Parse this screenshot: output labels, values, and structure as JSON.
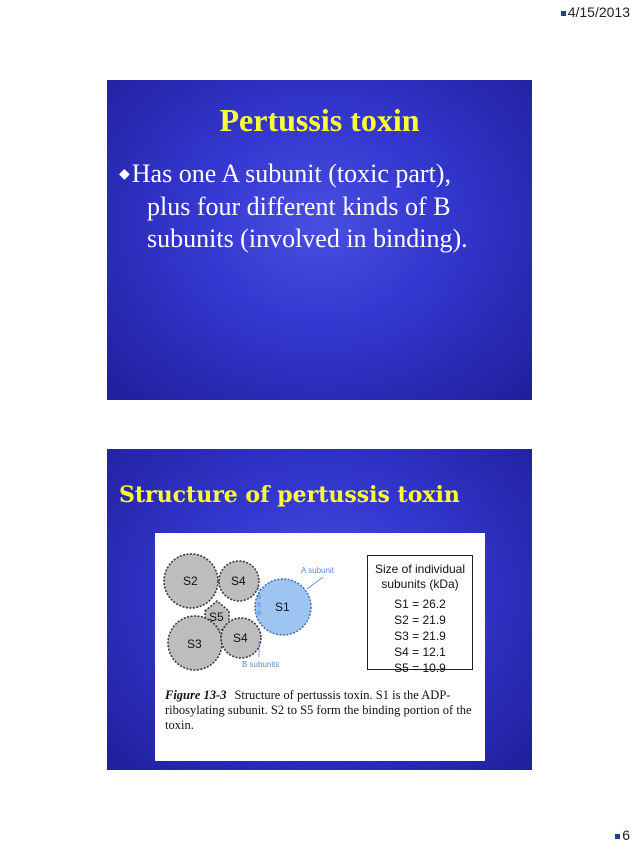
{
  "header": {
    "date": "4/15/2013"
  },
  "footer": {
    "page_number": "6"
  },
  "slide1": {
    "title": "Pertussis toxin",
    "bullet_line1": "Has one A subunit (toxic part),",
    "bullet_line2": "plus four different kinds of B",
    "bullet_line3": "subunits (involved in binding)."
  },
  "slide2": {
    "title": "Structure of pertussis toxin",
    "figure": {
      "labels": {
        "a_subunit": "A subunit",
        "b_subunits": "B subunits",
        "s1": "S1",
        "s2": "S2",
        "s3": "S3",
        "s4a": "S4",
        "s4b": "S4",
        "s5": "S5",
        "bond": "S S S S"
      },
      "size_table": {
        "title_line1": "Size of individual",
        "title_line2": "subunits (kDa)",
        "rows": [
          "S1 = 26.2",
          "S2 = 21.9",
          "S3 = 21.9",
          "S4 = 12.1",
          "S5 = 10.9"
        ]
      },
      "caption": {
        "label": "Figure 13-3",
        "text": "Structure of pertussis toxin. S1 is the ADP-ribosylating subunit. S2 to S5 form the binding portion of the toxin."
      }
    }
  },
  "colors": {
    "slide_bg": "#3438d0",
    "title_yellow": "#ffff33",
    "s1_blue": "#9ec4f2"
  }
}
